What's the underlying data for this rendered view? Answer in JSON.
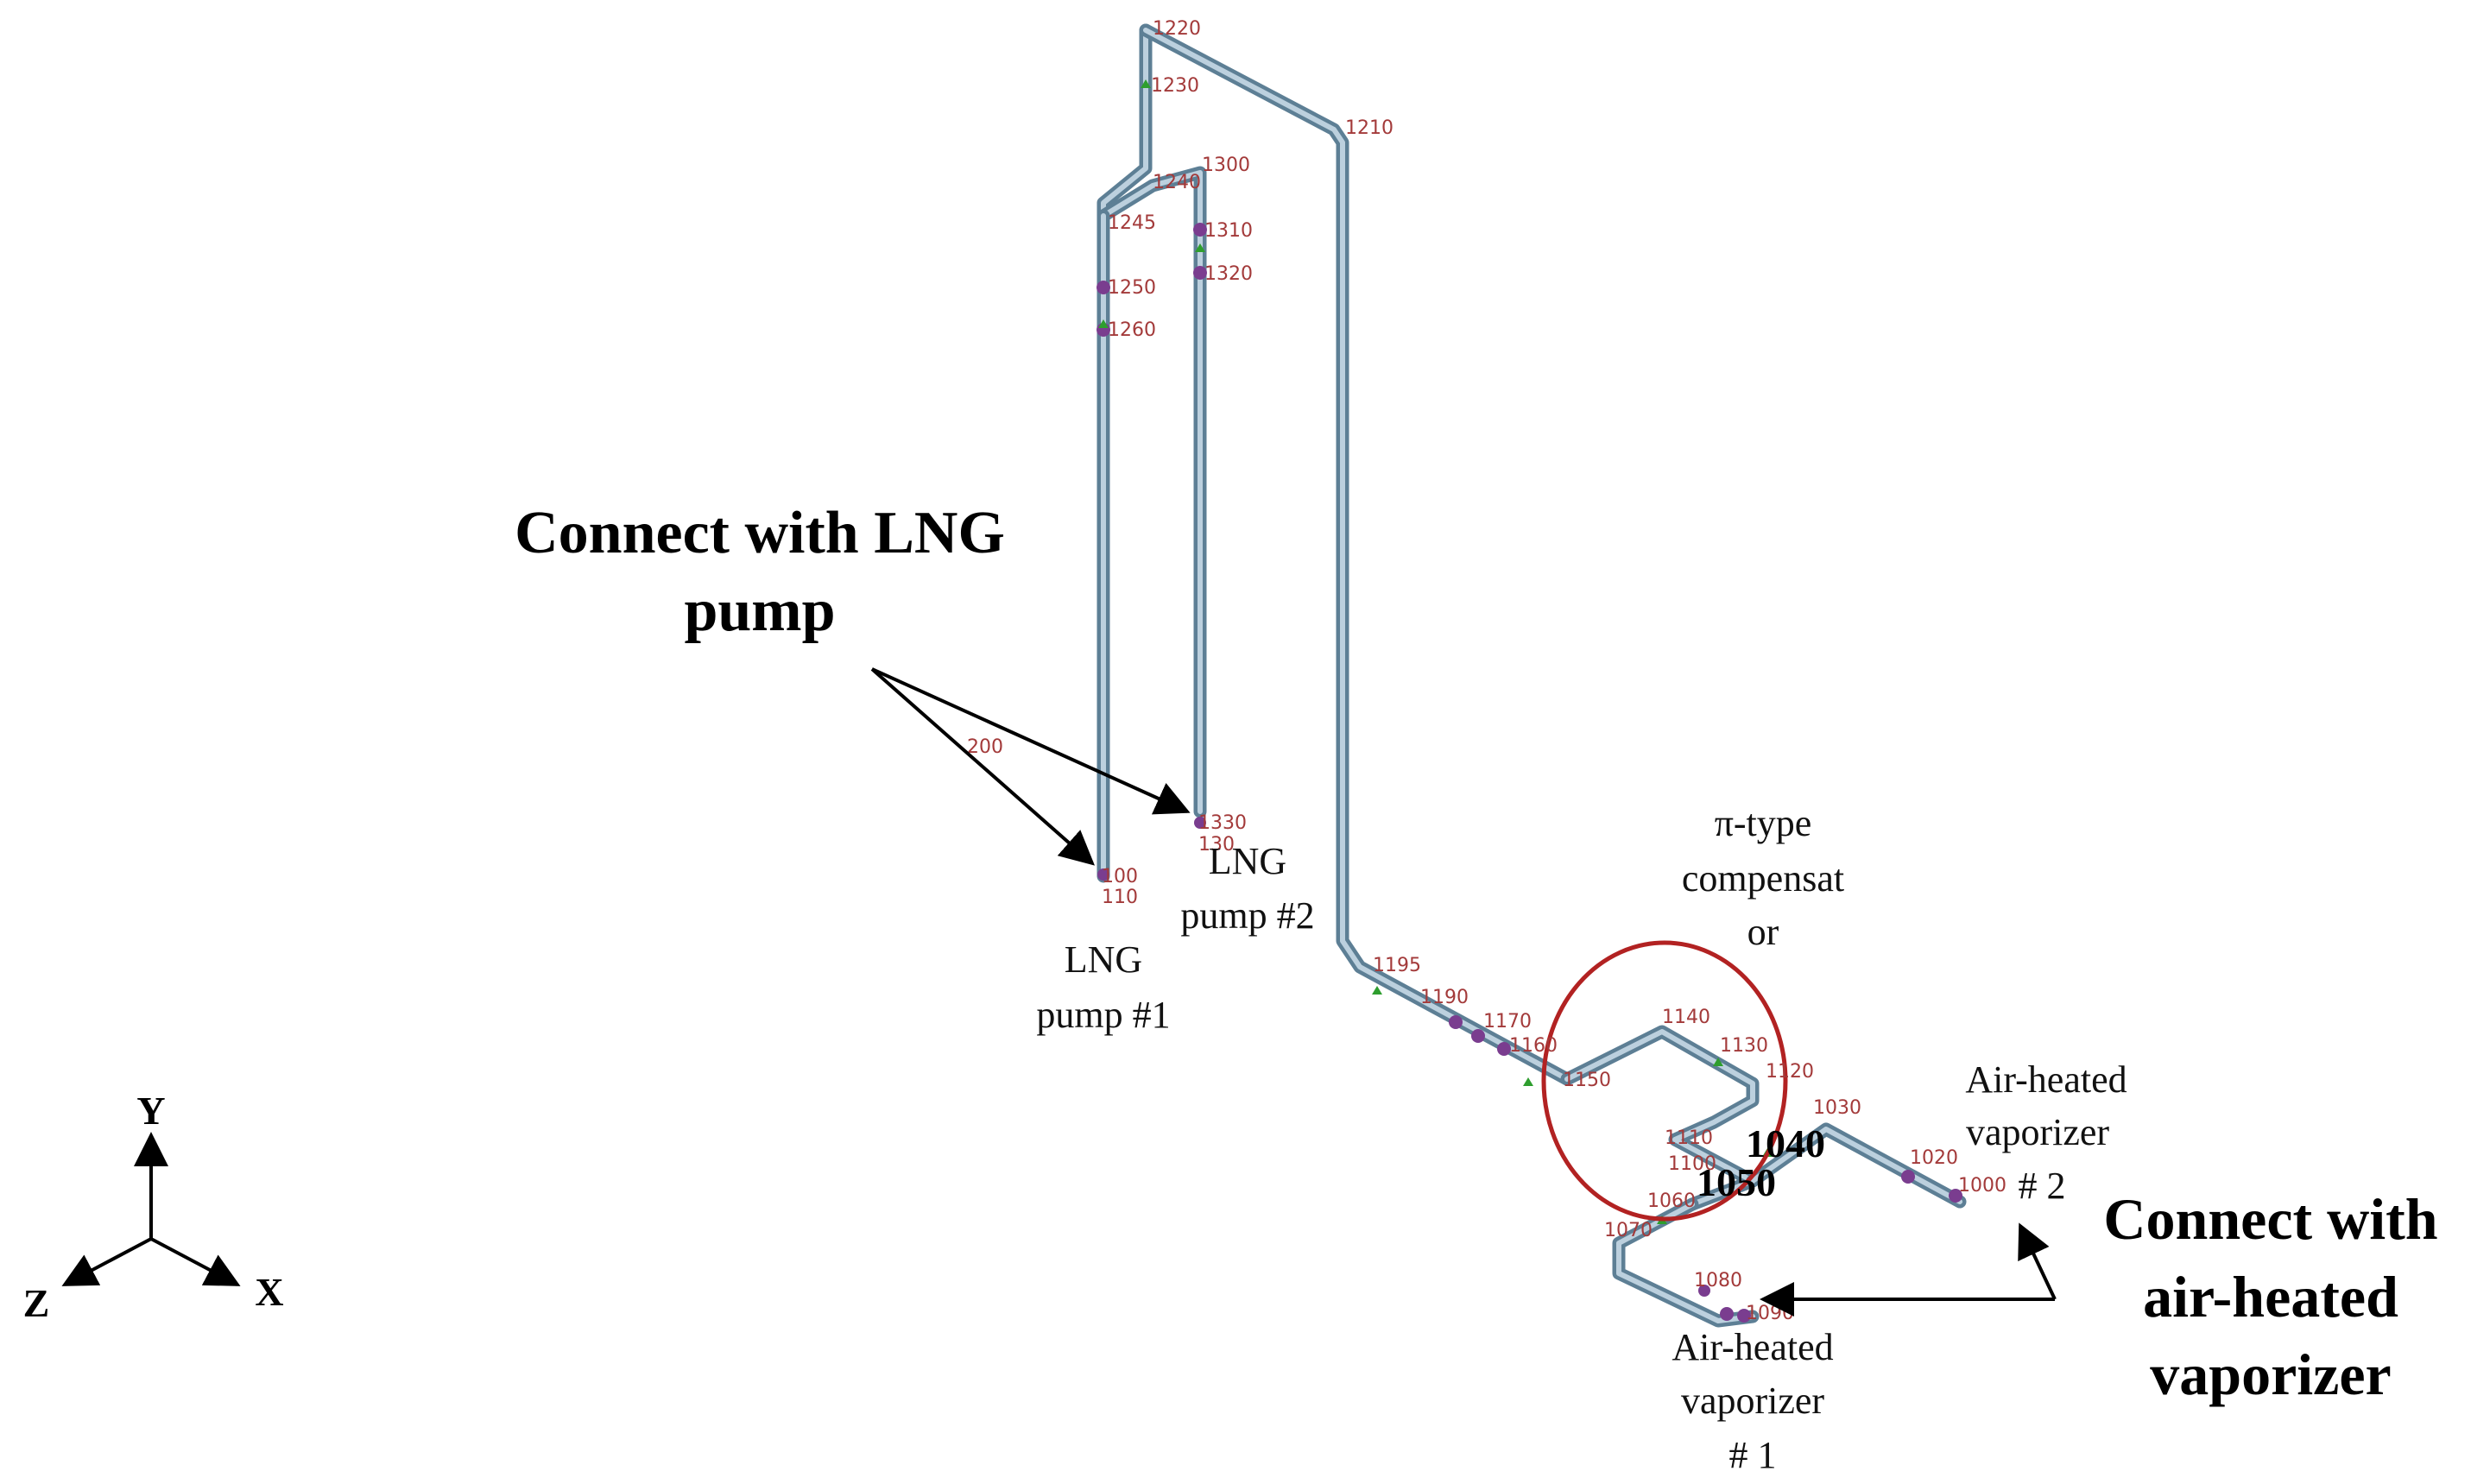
{
  "nodes": [
    {
      "id": "n1220",
      "label": "1220"
    },
    {
      "id": "n1230",
      "label": "1230"
    },
    {
      "id": "n1210",
      "label": "1210"
    },
    {
      "id": "n1300",
      "label": "1300"
    },
    {
      "id": "n1240",
      "label": "1240"
    },
    {
      "id": "n1245",
      "label": "1245"
    },
    {
      "id": "n1310",
      "label": "1310"
    },
    {
      "id": "n1320",
      "label": "1320"
    },
    {
      "id": "n1250",
      "label": "1250"
    },
    {
      "id": "n1260",
      "label": "1260"
    },
    {
      "id": "n200",
      "label": "200"
    },
    {
      "id": "n1330",
      "label": "1330"
    },
    {
      "id": "n130",
      "label": "130"
    },
    {
      "id": "n100",
      "label": "100"
    },
    {
      "id": "n110",
      "label": "110"
    },
    {
      "id": "n1195",
      "label": "1195"
    },
    {
      "id": "n1190",
      "label": "1190"
    },
    {
      "id": "n1170",
      "label": "1170"
    },
    {
      "id": "n1160",
      "label": "1160"
    },
    {
      "id": "n1150",
      "label": "1150"
    },
    {
      "id": "n1140",
      "label": "1140"
    },
    {
      "id": "n1130",
      "label": "1130"
    },
    {
      "id": "n1120",
      "label": "1120"
    },
    {
      "id": "n1110",
      "label": "1110"
    },
    {
      "id": "n1100",
      "label": "1100"
    },
    {
      "id": "n1060",
      "label": "1060"
    },
    {
      "id": "n1070",
      "label": "1070"
    },
    {
      "id": "n1080",
      "label": "1080"
    },
    {
      "id": "n1090",
      "label": "1090"
    },
    {
      "id": "n1030",
      "label": "1030"
    },
    {
      "id": "n1020",
      "label": "1020"
    },
    {
      "id": "n1000",
      "label": "1000"
    }
  ],
  "annotations": {
    "connect_lng": [
      "Connect with LNG",
      "pump"
    ],
    "lng_pump_1": [
      "LNG",
      "pump #1"
    ],
    "lng_pump_2": [
      "LNG",
      "pump #2"
    ],
    "compensator": [
      "π-type",
      "compensat",
      "or"
    ],
    "ahv_2": [
      "Air-heated",
      "vaporizer",
      "# 2"
    ],
    "ahv_1": [
      "Air-heated",
      "vaporizer",
      "# 1"
    ],
    "connect_ahv": [
      "Connect with",
      "air-heated",
      "vaporizer"
    ],
    "bold_1040": "1040",
    "bold_1050": "1050"
  },
  "axes": {
    "y": "Y",
    "x": "X",
    "z": "Z"
  },
  "colors": {
    "pipe": "#bcd0de",
    "pipe_edge": "#5d7f95",
    "node_label": "#a33a3a",
    "compensator_circle": "#b22222",
    "support": "#2e9e2e",
    "flange": "#7a3d8f"
  }
}
